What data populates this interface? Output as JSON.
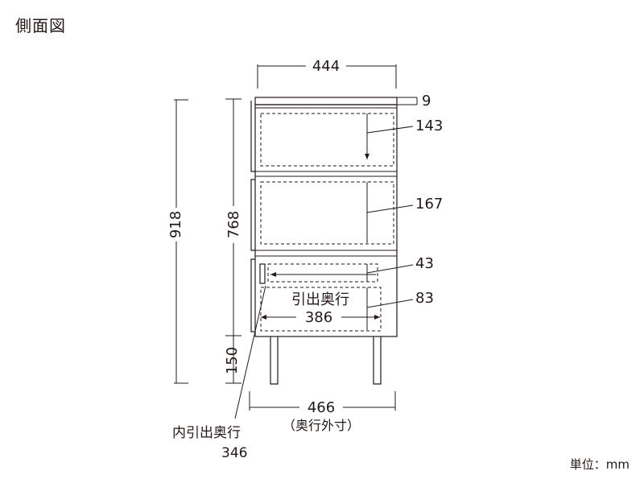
{
  "header": {
    "title": "側面図"
  },
  "footer": {
    "unit_label": "単位：mm"
  },
  "dimensions": {
    "top_width": "444",
    "top_board": "9",
    "drawer1_height": "143",
    "drawer2_height": "167",
    "tray_height": "43",
    "drawer3_height": "83",
    "total_height": "918",
    "body_height": "768",
    "leg_height": "150",
    "outer_depth": "466",
    "outer_depth_note": "（奥行外寸）",
    "pull_depth_label": "引出奥行",
    "pull_depth": "386",
    "inner_pull_label": "内引出奥行",
    "inner_pull_depth": "346"
  }
}
